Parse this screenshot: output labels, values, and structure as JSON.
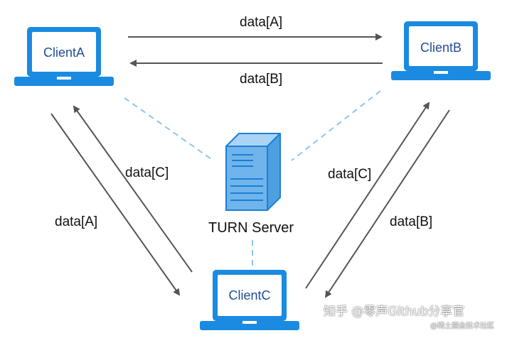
{
  "colors": {
    "laptop_blue": "#1a8be0",
    "screen_white": "#ffffff",
    "client_text": "#1f4e96",
    "arrow_gray": "#555555",
    "dashed_blue": "#8cc6ee",
    "server_fill": "#6fb4ea",
    "server_stroke": "#1c7fd6"
  },
  "clients": {
    "a": {
      "label": "ClientA"
    },
    "b": {
      "label": "ClientB"
    },
    "c": {
      "label": "ClientC"
    }
  },
  "server": {
    "label": "TURN Server",
    "icon": "server-tower-icon"
  },
  "flows": {
    "a_to_b": "data[A]",
    "b_to_a": "data[B]",
    "c_to_a": "data[C]",
    "a_to_c": "data[A]",
    "c_to_b": "data[C]",
    "b_to_c": "data[B]"
  },
  "watermark": {
    "main": "知乎 @零声Github分享官",
    "sub": "@稀土掘金技术社区"
  }
}
